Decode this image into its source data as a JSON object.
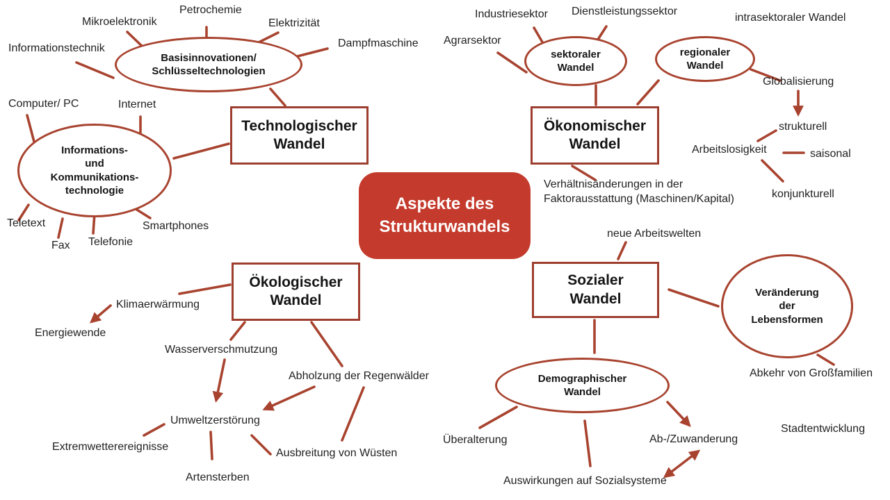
{
  "colors": {
    "accent": "#c43b2d",
    "connector": "#a8432f",
    "box_border": "#9e3e2e",
    "text": "#1f1f1f"
  },
  "center": {
    "line1": "Aspekte des",
    "line2": "Strukturwandels"
  },
  "boxes": {
    "tech": {
      "line1": "Technologischer",
      "line2": "Wandel"
    },
    "econ": {
      "line1": "Ökonomischer",
      "line2": "Wandel"
    },
    "eco": {
      "line1": "Ökologischer",
      "line2": "Wandel"
    },
    "social": {
      "line1": "Sozialer",
      "line2": "Wandel"
    }
  },
  "ellipses": {
    "basis": {
      "line1": "Basisinnovationen/",
      "line2": "Schlüsseltechnologien"
    },
    "iuk": {
      "line1": "Informations-",
      "line2": "und",
      "line3": "Kommunikations-",
      "line4": "technologie"
    },
    "sektoral": {
      "line1": "sektoraler",
      "line2": "Wandel"
    },
    "regional": {
      "line1": "regionaler",
      "line2": "Wandel"
    },
    "demo": {
      "line1": "Demographischer",
      "line2": "Wandel"
    },
    "leben": {
      "line1": "Veränderung",
      "line2": "der",
      "line3": "Lebensformen"
    }
  },
  "labels": {
    "petrochemie": "Petrochemie",
    "mikroelektronik": "Mikroelektronik",
    "elektrizitaet": "Elektrizität",
    "informationstechnik": "Informationstechnik",
    "dampfmaschine": "Dampfmaschine",
    "computer_pc": "Computer/ PC",
    "internet": "Internet",
    "teletext": "Teletext",
    "fax": "Fax",
    "telefonie": "Telefonie",
    "smartphones": "Smartphones",
    "industriesektor": "Industriesektor",
    "dienstleistungssektor": "Dienstleistungssektor",
    "agrarsektor": "Agrarsektor",
    "intrasektoral": "intrasektoraler Wandel",
    "globalisierung": "Globalisierung",
    "strukturell": "strukturell",
    "saisonal": "saisonal",
    "konjunkturell": "konjunkturell",
    "arbeitslosigkeit": "Arbeitslosigkeit",
    "verhaeltnis_line1": "Verhältnisänderungen in der",
    "verhaeltnis_line2": "Faktorausstattung (Maschinen/Kapital)",
    "neue_arbeitswelten": "neue Arbeitswelten",
    "klimaerwaermung": "Klimaerwärmung",
    "energiewende": "Energiewende",
    "wasserverschmutzung": "Wasserverschmutzung",
    "abholzung": "Abholzung der Regenwälder",
    "umweltzerstoerung": "Umweltzerstörung",
    "extremwetter": "Extremwetterereignisse",
    "artensterben": "Artensterben",
    "ausbreitung_wuesten": "Ausbreitung von Wüsten",
    "ueberalterung": "Überalterung",
    "ab_zuwanderung": "Ab-/Zuwanderung",
    "stadtentwicklung": "Stadtentwicklung",
    "auswirkungen": "Auswirkungen auf Sozialsysteme",
    "abkehr": "Abkehr von Großfamilien"
  }
}
